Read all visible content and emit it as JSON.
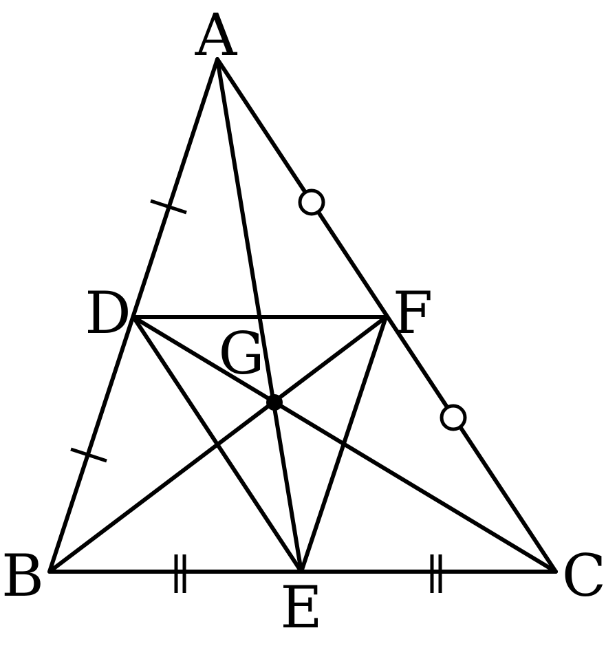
{
  "diagram": {
    "points": {
      "A": {
        "label": "A"
      },
      "B": {
        "label": "B"
      },
      "C": {
        "label": "C"
      },
      "D": {
        "label": "D"
      },
      "E": {
        "label": "E"
      },
      "F": {
        "label": "F"
      },
      "G": {
        "label": "G"
      }
    },
    "segments": [
      "AB",
      "BC",
      "CA",
      "DF",
      "AE",
      "BF",
      "CD",
      "DE",
      "EF"
    ],
    "equal_marks": {
      "AD_DB": "single-tick",
      "BE_EC": "double-tick",
      "AF_FC": "circle"
    },
    "colors": {
      "stroke": "#000000",
      "background": "#ffffff"
    }
  }
}
